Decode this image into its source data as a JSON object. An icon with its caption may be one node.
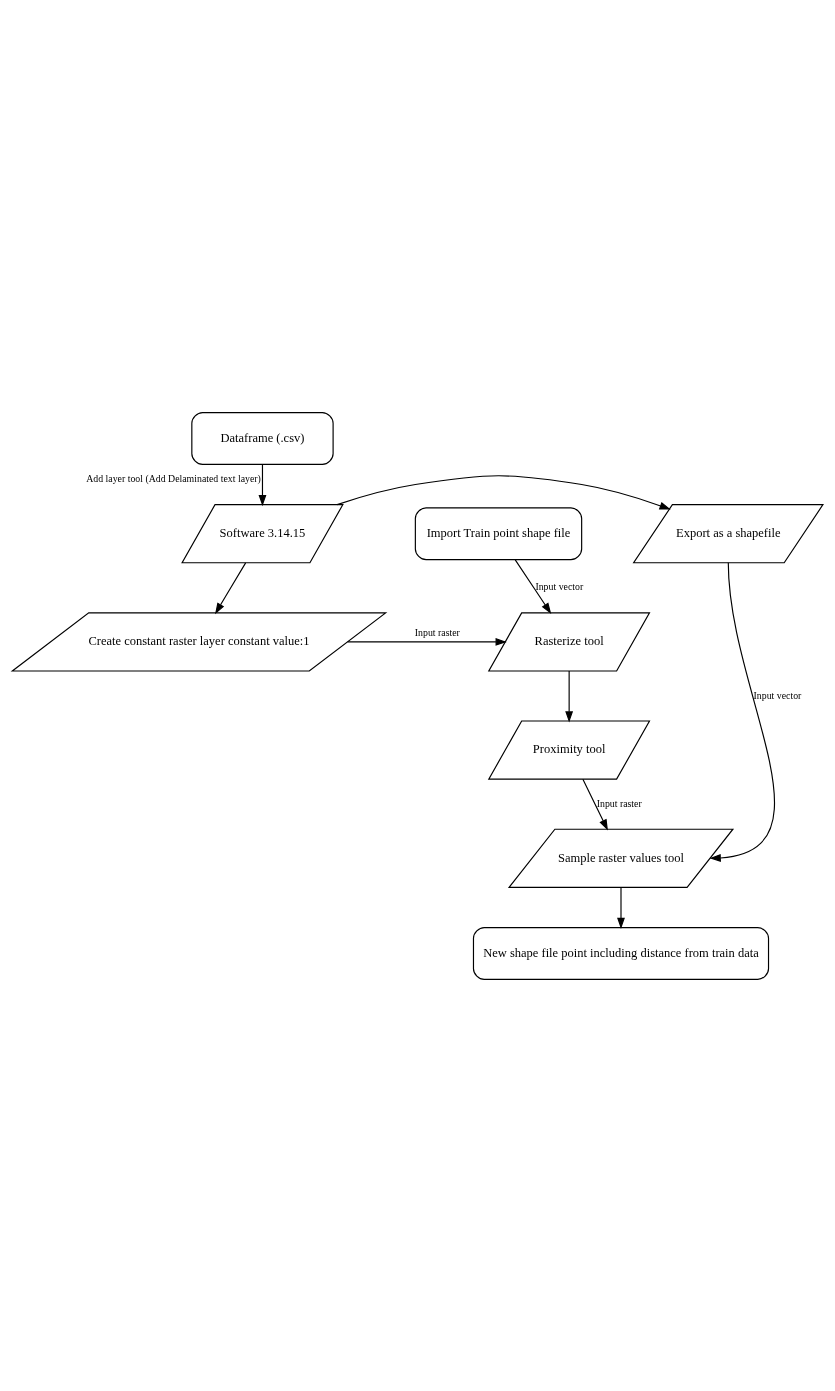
{
  "diagram": {
    "nodes": [
      {
        "text": [
          "Dataframe (.csv)"
        ]
      },
      {
        "text": [
          "Software 3.14.15"
        ]
      },
      {
        "text": [
          "Export as a shapefile"
        ]
      },
      {
        "text": [
          "Import Train point shape file"
        ]
      },
      {
        "text": [
          "Create constant raster layer constant value:1"
        ]
      },
      {
        "text": [
          "Rasterize tool"
        ]
      },
      {
        "text": [
          "Proximity tool"
        ]
      },
      {
        "text": [
          "Sample raster values tool"
        ]
      },
      {
        "text": [
          "New shape file point including distance from train data"
        ]
      }
    ],
    "edges": [
      {
        "from": 0,
        "to": 1,
        "arrow": "to",
        "label": "Add layer tool (Add Delaminated text layer)"
      },
      {
        "from": 1,
        "to": 2,
        "arrow": "to"
      },
      {
        "from": 1,
        "to": 4,
        "arrow": "to"
      },
      {
        "from": 3,
        "to": 5,
        "arrow": "to",
        "label": "Input vector"
      },
      {
        "from": 4,
        "to": 5,
        "arrow": "to",
        "label": "Input raster"
      },
      {
        "from": 5,
        "to": 6,
        "arrow": "to"
      },
      {
        "from": 6,
        "to": 7,
        "arrow": "to",
        "label": "Input raster"
      },
      {
        "from": 2,
        "to": 7,
        "arrow": "to",
        "label": "Input vector"
      },
      {
        "from": 7,
        "to": 8,
        "arrow": "to"
      }
    ]
  }
}
